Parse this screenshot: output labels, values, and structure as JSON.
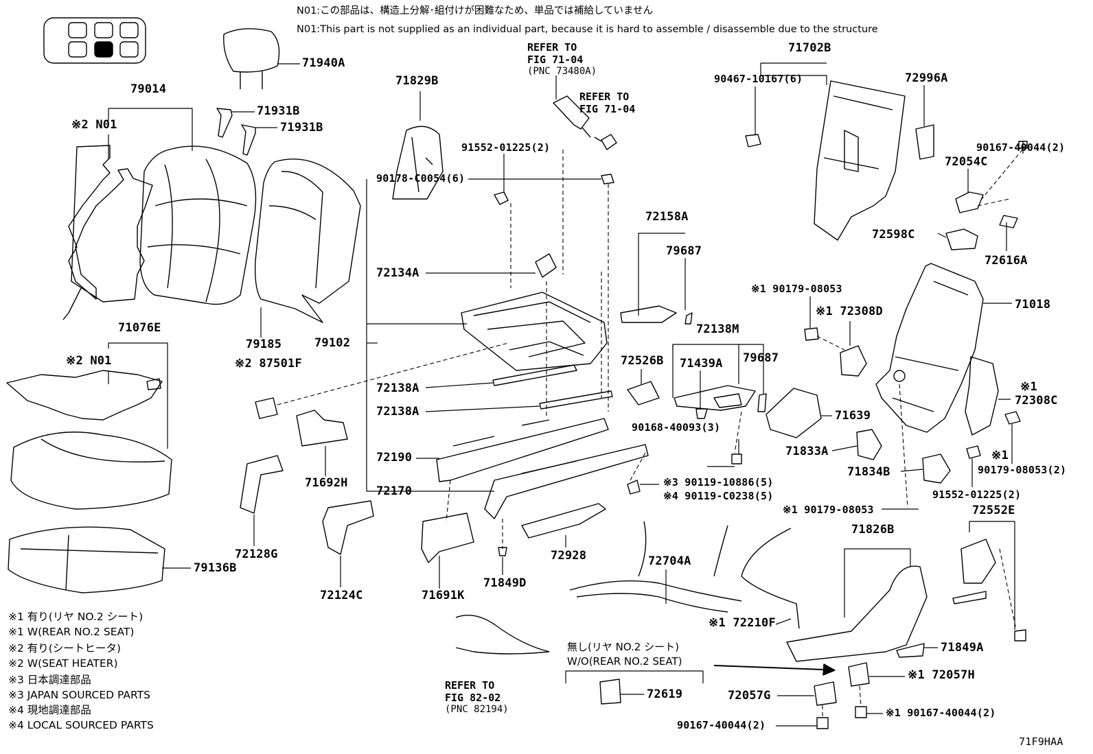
{
  "notes": [
    "N01:この部品は、構造上分解･組付けが困難なため、単品では補給していません",
    "N01:This part is not supplied as an individual part, because it is hard to assemble / disassemble due to the structure"
  ],
  "refs": {
    "r1": {
      "line1": "REFER TO",
      "line2": "FIG 71-04",
      "line3": "(PNC 73480A)"
    },
    "r2": {
      "line1": "REFER TO",
      "line2": "FIG 71-04"
    },
    "r3": {
      "line1": "REFER TO",
      "line2": "FIG 82-02",
      "line3": "(PNC 82194)"
    }
  },
  "parts": [
    "71940A",
    "79014",
    "※2 N01",
    "71931B",
    "71931B",
    "71829B",
    "91552-01225(2)",
    "90178-C0054(6)",
    "72134A",
    "79185",
    "79102",
    "72158A",
    "79687",
    "71702B",
    "90467-10167(6)",
    "72996A",
    "90167-40044(2)",
    "72054C",
    "72598C",
    "72616A",
    "71018",
    "※1 90179-08053",
    "※1 72308D",
    "72138M",
    "71439A",
    "79687",
    "72526B",
    "71076E",
    "※2 N01",
    "※2 87501F",
    "72138A",
    "72138A",
    "72190",
    "72170",
    "71692H",
    "90168-40093(3)",
    "71639",
    "※1",
    "72308C",
    "71833A",
    "71834B",
    "※1",
    "90179-08053(2)",
    "91552-01225(2)",
    "※3 90119-10886(5)",
    "※4 90119-C0238(5)",
    "※1 90179-08053",
    "72552E",
    "71826B",
    "79136B",
    "72128G",
    "72124C",
    "71691K",
    "71849D",
    "72928",
    "72704A",
    "※1 72210F",
    "71849A",
    "※1 72057H",
    "72619",
    "72057G",
    "※1 90167-40044(2)",
    "90167-40044(2)",
    "71F9HAA"
  ],
  "variant": {
    "line1": "無し(リヤ NO.2 シート)",
    "line2": "W/O(REAR NO.2 SEAT)"
  },
  "legend": [
    "※1 有り(リヤ NO.2 シート)",
    "※1 W(REAR NO.2 SEAT)",
    "※2 有り(シートヒータ)",
    "※2 W(SEAT HEATER)",
    "※3 日本調達部品",
    "※3 JAPAN SOURCED PARTS",
    "※4 現地調達部品",
    "※4 LOCAL SOURCED PARTS"
  ]
}
